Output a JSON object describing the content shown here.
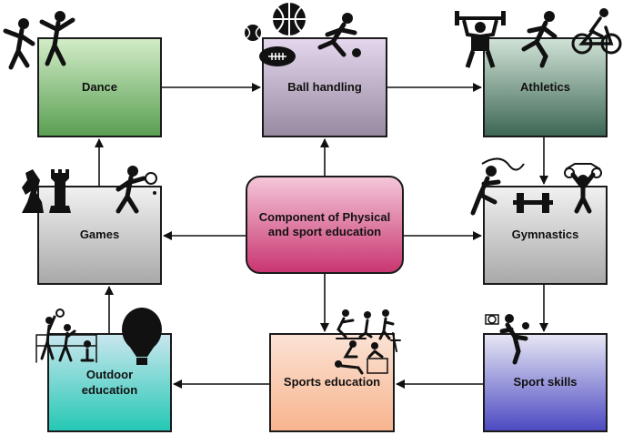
{
  "nodes": {
    "center": "Component of Physical and sport education",
    "dance": "Dance",
    "ball_handling": "Ball handling",
    "athletics": "Athletics",
    "games": "Games",
    "gymnastics": "Gymnastics",
    "outdoor_education": "Outdoor education",
    "sports_education": "Sports education",
    "sport_skills": "Sport skills"
  },
  "icons": {
    "dance": [
      "dancers-icon"
    ],
    "ball_handling": [
      "basketball-icon",
      "football-icon",
      "tennis-ball-icon",
      "soccer-player-icon"
    ],
    "athletics": [
      "weightlifter-icon",
      "runner-icon",
      "cyclist-icon"
    ],
    "games": [
      "chess-pieces-icon",
      "badminton-player-icon"
    ],
    "gymnastics": [
      "ribbon-gymnast-icon",
      "dumbbell-icon",
      "rings-gymnast-icon"
    ],
    "outdoor_education": [
      "volleyball-players-icon",
      "hot-air-balloon-icon"
    ],
    "sports_education": [
      "sports-silhouettes-icon"
    ],
    "sport_skills": [
      "soccer-kick-icon"
    ]
  }
}
